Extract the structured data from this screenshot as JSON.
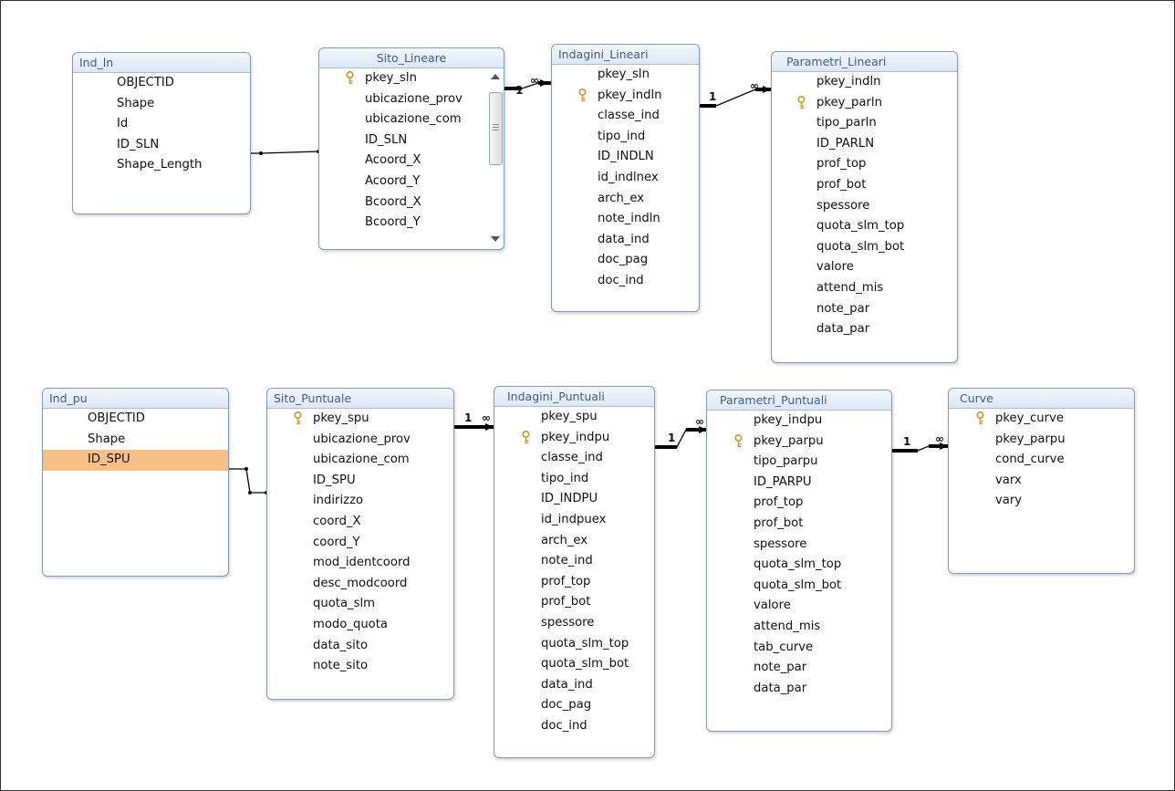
{
  "tables": [
    {
      "id": "ind_ln",
      "title": "Ind_ln",
      "fields": [
        {
          "name": "OBJECTID"
        },
        {
          "name": "Shape"
        },
        {
          "name": "Id"
        },
        {
          "name": "ID_SLN"
        },
        {
          "name": "Shape_Length"
        }
      ]
    },
    {
      "id": "sito_lineare",
      "title": "Sito_Lineare",
      "has_scrollbar": true,
      "fields": [
        {
          "name": "pkey_sln",
          "pk": true
        },
        {
          "name": "ubicazione_prov"
        },
        {
          "name": "ubicazione_com"
        },
        {
          "name": "ID_SLN"
        },
        {
          "name": "Acoord_X"
        },
        {
          "name": "Acoord_Y"
        },
        {
          "name": "Bcoord_X"
        },
        {
          "name": "Bcoord_Y"
        }
      ]
    },
    {
      "id": "indagini_lineari",
      "title": "Indagini_Lineari",
      "fields": [
        {
          "name": "pkey_sln"
        },
        {
          "name": "pkey_indln",
          "pk": true
        },
        {
          "name": "classe_ind"
        },
        {
          "name": "tipo_ind"
        },
        {
          "name": "ID_INDLN"
        },
        {
          "name": "id_indlnex"
        },
        {
          "name": "arch_ex"
        },
        {
          "name": "note_indln"
        },
        {
          "name": "data_ind"
        },
        {
          "name": "doc_pag"
        },
        {
          "name": "doc_ind"
        }
      ]
    },
    {
      "id": "parametri_lineari",
      "title": "Parametri_Lineari",
      "fields": [
        {
          "name": "pkey_indln"
        },
        {
          "name": "pkey_parln",
          "pk": true
        },
        {
          "name": "tipo_parln"
        },
        {
          "name": "ID_PARLN"
        },
        {
          "name": "prof_top"
        },
        {
          "name": "prof_bot"
        },
        {
          "name": "spessore"
        },
        {
          "name": "quota_slm_top"
        },
        {
          "name": "quota_slm_bot"
        },
        {
          "name": "valore"
        },
        {
          "name": "attend_mis"
        },
        {
          "name": "note_par"
        },
        {
          "name": "data_par"
        }
      ]
    },
    {
      "id": "ind_pu",
      "title": "Ind_pu",
      "fields": [
        {
          "name": "OBJECTID"
        },
        {
          "name": "Shape"
        },
        {
          "name": "ID_SPU",
          "selected": true
        }
      ]
    },
    {
      "id": "sito_puntuale",
      "title": "Sito_Puntuale",
      "fields": [
        {
          "name": "pkey_spu",
          "pk": true
        },
        {
          "name": "ubicazione_prov"
        },
        {
          "name": "ubicazione_com"
        },
        {
          "name": "ID_SPU"
        },
        {
          "name": "indirizzo"
        },
        {
          "name": "coord_X"
        },
        {
          "name": "coord_Y"
        },
        {
          "name": "mod_identcoord"
        },
        {
          "name": "desc_modcoord"
        },
        {
          "name": "quota_slm"
        },
        {
          "name": "modo_quota"
        },
        {
          "name": "data_sito"
        },
        {
          "name": "note_sito"
        }
      ]
    },
    {
      "id": "indagini_puntuali",
      "title": "Indagini_Puntuali",
      "fields": [
        {
          "name": "pkey_spu"
        },
        {
          "name": "pkey_indpu",
          "pk": true
        },
        {
          "name": "classe_ind"
        },
        {
          "name": "tipo_ind"
        },
        {
          "name": "ID_INDPU"
        },
        {
          "name": "id_indpuex"
        },
        {
          "name": "arch_ex"
        },
        {
          "name": "note_ind"
        },
        {
          "name": "prof_top"
        },
        {
          "name": "prof_bot"
        },
        {
          "name": "spessore"
        },
        {
          "name": "quota_slm_top"
        },
        {
          "name": "quota_slm_bot"
        },
        {
          "name": "data_ind"
        },
        {
          "name": "doc_pag"
        },
        {
          "name": "doc_ind"
        }
      ]
    },
    {
      "id": "parametri_puntuali",
      "title": "Parametri_Puntuali",
      "fields": [
        {
          "name": "pkey_indpu"
        },
        {
          "name": "pkey_parpu",
          "pk": true
        },
        {
          "name": "tipo_parpu"
        },
        {
          "name": "ID_PARPU"
        },
        {
          "name": "prof_top"
        },
        {
          "name": "prof_bot"
        },
        {
          "name": "spessore"
        },
        {
          "name": "quota_slm_top"
        },
        {
          "name": "quota_slm_bot"
        },
        {
          "name": "valore"
        },
        {
          "name": "attend_mis"
        },
        {
          "name": "tab_curve"
        },
        {
          "name": "note_par"
        },
        {
          "name": "data_par"
        }
      ]
    },
    {
      "id": "curve",
      "title": "Curve",
      "fields": [
        {
          "name": "pkey_curve",
          "pk": true
        },
        {
          "name": "pkey_parpu"
        },
        {
          "name": "cond_curve"
        },
        {
          "name": "varx"
        },
        {
          "name": "vary"
        }
      ]
    }
  ],
  "relationships": [
    {
      "from": "ind_ln",
      "from_field": "ID_SLN",
      "to": "sito_lineare",
      "to_field": "ID_SLN",
      "one_label": "",
      "many_label": ""
    },
    {
      "from": "sito_lineare",
      "from_field": "pkey_sln",
      "to": "indagini_lineari",
      "to_field": "pkey_sln",
      "one_label": "1",
      "many_label": "∞"
    },
    {
      "from": "indagini_lineari",
      "from_field": "pkey_indln",
      "to": "parametri_lineari",
      "to_field": "pkey_indln",
      "one_label": "1",
      "many_label": "∞"
    },
    {
      "from": "ind_pu",
      "from_field": "ID_SPU",
      "to": "sito_puntuale",
      "to_field": "ID_SPU",
      "one_label": "",
      "many_label": ""
    },
    {
      "from": "sito_puntuale",
      "from_field": "pkey_spu",
      "to": "indagini_puntuali",
      "to_field": "pkey_spu",
      "one_label": "1",
      "many_label": "∞"
    },
    {
      "from": "indagini_puntuali",
      "from_field": "pkey_indpu",
      "to": "parametri_puntuali",
      "to_field": "pkey_indpu",
      "one_label": "1",
      "many_label": "∞"
    },
    {
      "from": "parametri_puntuali",
      "from_field": "pkey_parpu",
      "to": "curve",
      "to_field": "pkey_parpu",
      "one_label": "1",
      "many_label": "∞"
    }
  ],
  "colors": {
    "title_text": "#3f5d83",
    "border": "#7f9db9",
    "selected_row": "#f7c089",
    "key_icon": "#c9a43c",
    "line": "#000000"
  }
}
